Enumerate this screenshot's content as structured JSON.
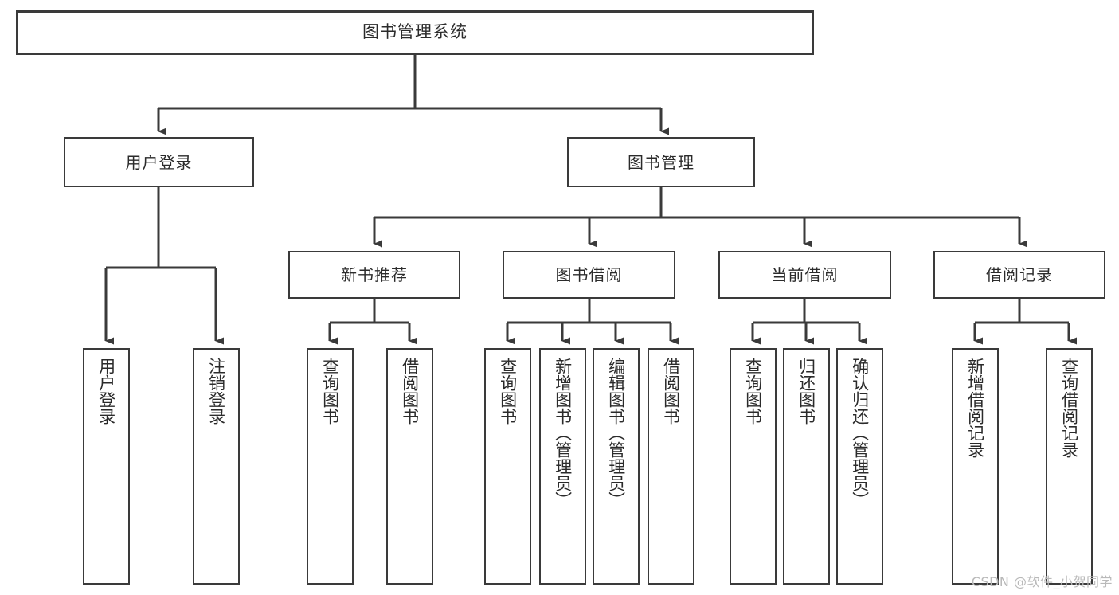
{
  "diagram": {
    "title": "图书管理系统",
    "type": "hierarchy-tree",
    "watermark": "CSDN @软件_小贺同学",
    "colors": {
      "background": "#ffffff",
      "box_border": "#3a3a3a",
      "box_fill": "#ffffff",
      "text": "#2b2b2b",
      "connector": "#3a3a3a",
      "watermark": "#b9b9b9"
    }
  },
  "nodes": {
    "root": {
      "label": "图书管理系统"
    },
    "level1": [
      {
        "label": "用户登录"
      },
      {
        "label": "图书管理"
      }
    ],
    "level2": [
      {
        "label": "新书推荐"
      },
      {
        "label": "图书借阅"
      },
      {
        "label": "当前借阅"
      },
      {
        "label": "借阅记录"
      }
    ],
    "leaves": {
      "user_login": [
        {
          "label": "用户登录"
        },
        {
          "label": "注销登录"
        }
      ],
      "new_book_recommend": [
        {
          "label": "查询图书"
        },
        {
          "label": "借阅图书"
        }
      ],
      "book_borrow": [
        {
          "label": "查询图书"
        },
        {
          "label": "新增图书（管理员）"
        },
        {
          "label": "编辑图书（管理员）"
        },
        {
          "label": "借阅图书"
        }
      ],
      "current_borrow": [
        {
          "label": "查询图书"
        },
        {
          "label": "归还图书"
        },
        {
          "label": "确认归还（管理员）"
        }
      ],
      "borrow_record": [
        {
          "label": "新增借阅记录"
        },
        {
          "label": "查询借阅记录"
        }
      ]
    }
  },
  "tree_structure": {
    "图书管理系统": {
      "用户登录": [
        "用户登录",
        "注销登录"
      ],
      "图书管理": {
        "新书推荐": [
          "查询图书",
          "借阅图书"
        ],
        "图书借阅": [
          "查询图书",
          "新增图书（管理员）",
          "编辑图书（管理员）",
          "借阅图书"
        ],
        "当前借阅": [
          "查询图书",
          "归还图书",
          "确认归还（管理员）"
        ],
        "借阅记录": [
          "新增借阅记录",
          "查询借阅记录"
        ]
      }
    }
  }
}
